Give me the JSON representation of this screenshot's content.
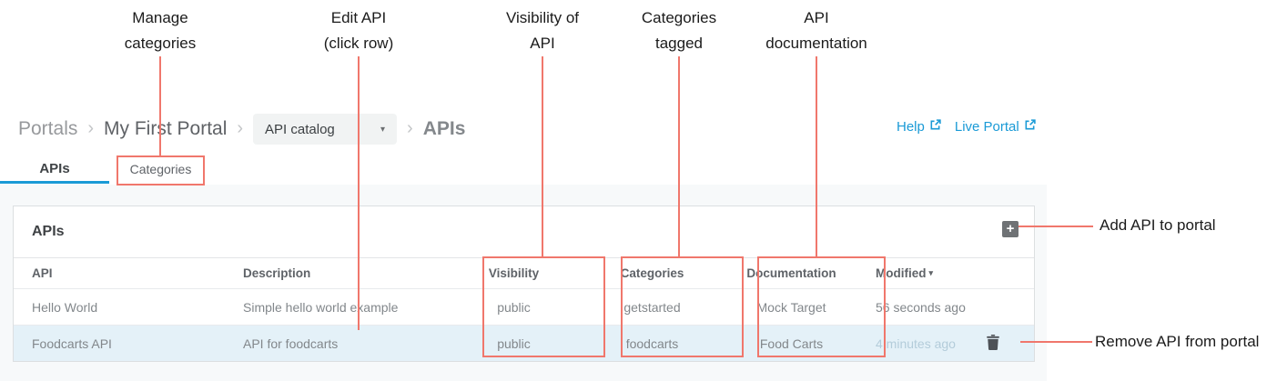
{
  "annotations": {
    "top_labels": [
      {
        "line1": "Manage",
        "line2": "categories"
      },
      {
        "line1": "Edit API",
        "line2": "(click row)"
      },
      {
        "line1": "Visibility of",
        "line2": "API"
      },
      {
        "line1": "Categories",
        "line2": "tagged"
      },
      {
        "line1": "API",
        "line2": "documentation"
      }
    ],
    "add_api_label": "Add API to portal",
    "remove_api_label": "Remove API from portal"
  },
  "breadcrumb": {
    "portals": "Portals",
    "portal_name": "My First Portal",
    "dropdown_value": "API catalog",
    "current": "APIs"
  },
  "header_links": {
    "help": "Help",
    "live_portal": "Live Portal"
  },
  "tabs": {
    "apis": "APIs",
    "categories": "Categories"
  },
  "panel": {
    "title": "APIs"
  },
  "table": {
    "columns": {
      "api": "API",
      "description": "Description",
      "visibility": "Visibility",
      "categories": "Categories",
      "documentation": "Documentation",
      "modified": "Modified"
    },
    "rows": [
      {
        "api": "Hello World",
        "description": "Simple hello world example",
        "visibility": "public",
        "categories": "getstarted",
        "documentation": "Mock Target",
        "modified": "56 seconds ago"
      },
      {
        "api": "Foodcarts API",
        "description": "API for foodcarts",
        "visibility": "public",
        "categories": "foodcarts",
        "documentation": "Food Carts",
        "modified": "4 minutes ago"
      }
    ]
  },
  "icons": {
    "breadcrumb_separator": "›",
    "dropdown_caret": "▾",
    "sort_desc_caret": "▾",
    "plus": "+"
  },
  "colors": {
    "annotation_red": "#f0776c",
    "accent_blue": "#1a9ad6",
    "row_highlight": "#e4f1f8"
  }
}
